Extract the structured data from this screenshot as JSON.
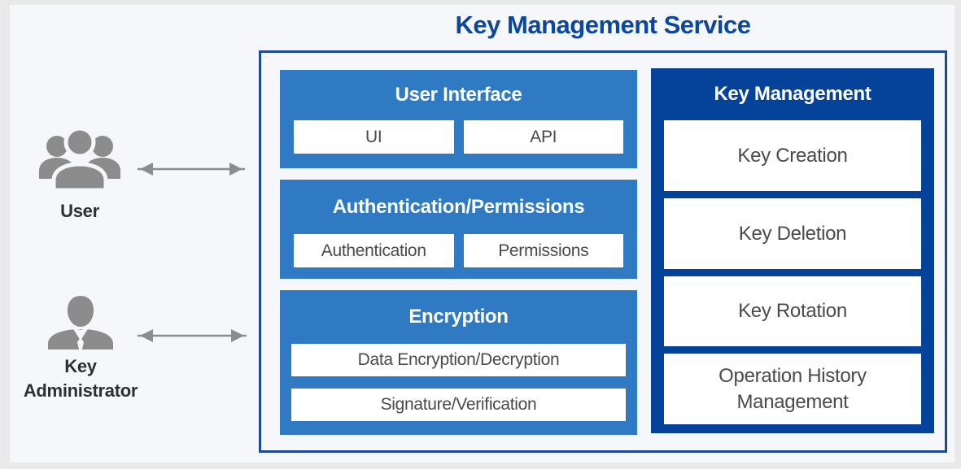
{
  "title": "Key Management Service",
  "actors": {
    "user": {
      "label": "User",
      "icon": "users-group-icon"
    },
    "admin": {
      "label": "Key Administrator",
      "icon": "admin-person-icon"
    }
  },
  "service": {
    "sections": [
      {
        "title": "User Interface",
        "items": [
          "UI",
          "API"
        ]
      },
      {
        "title": "Authentication/Permissions",
        "items": [
          "Authentication",
          "Permissions"
        ]
      },
      {
        "title": "Encryption",
        "items": [
          "Data Encryption/Decryption",
          "Signature/Verification"
        ]
      }
    ],
    "key_management": {
      "title": "Key Management",
      "items": [
        "Key Creation",
        "Key Deletion",
        "Key Rotation",
        "Operation History Management"
      ]
    }
  },
  "icons": [
    "users-group-icon",
    "admin-person-icon",
    "bidirectional-arrow-icon"
  ],
  "colors": {
    "title_text": "#0a47a1",
    "panel_blue": "#2f7ac2",
    "panel_navy": "#05439a",
    "main_border": "#1a4a9c",
    "item_text": "#4a4a4a",
    "icon_gray": "#8c8c8c",
    "card_background": "#f5f7fa",
    "outer_background": "#e9e9e9"
  }
}
